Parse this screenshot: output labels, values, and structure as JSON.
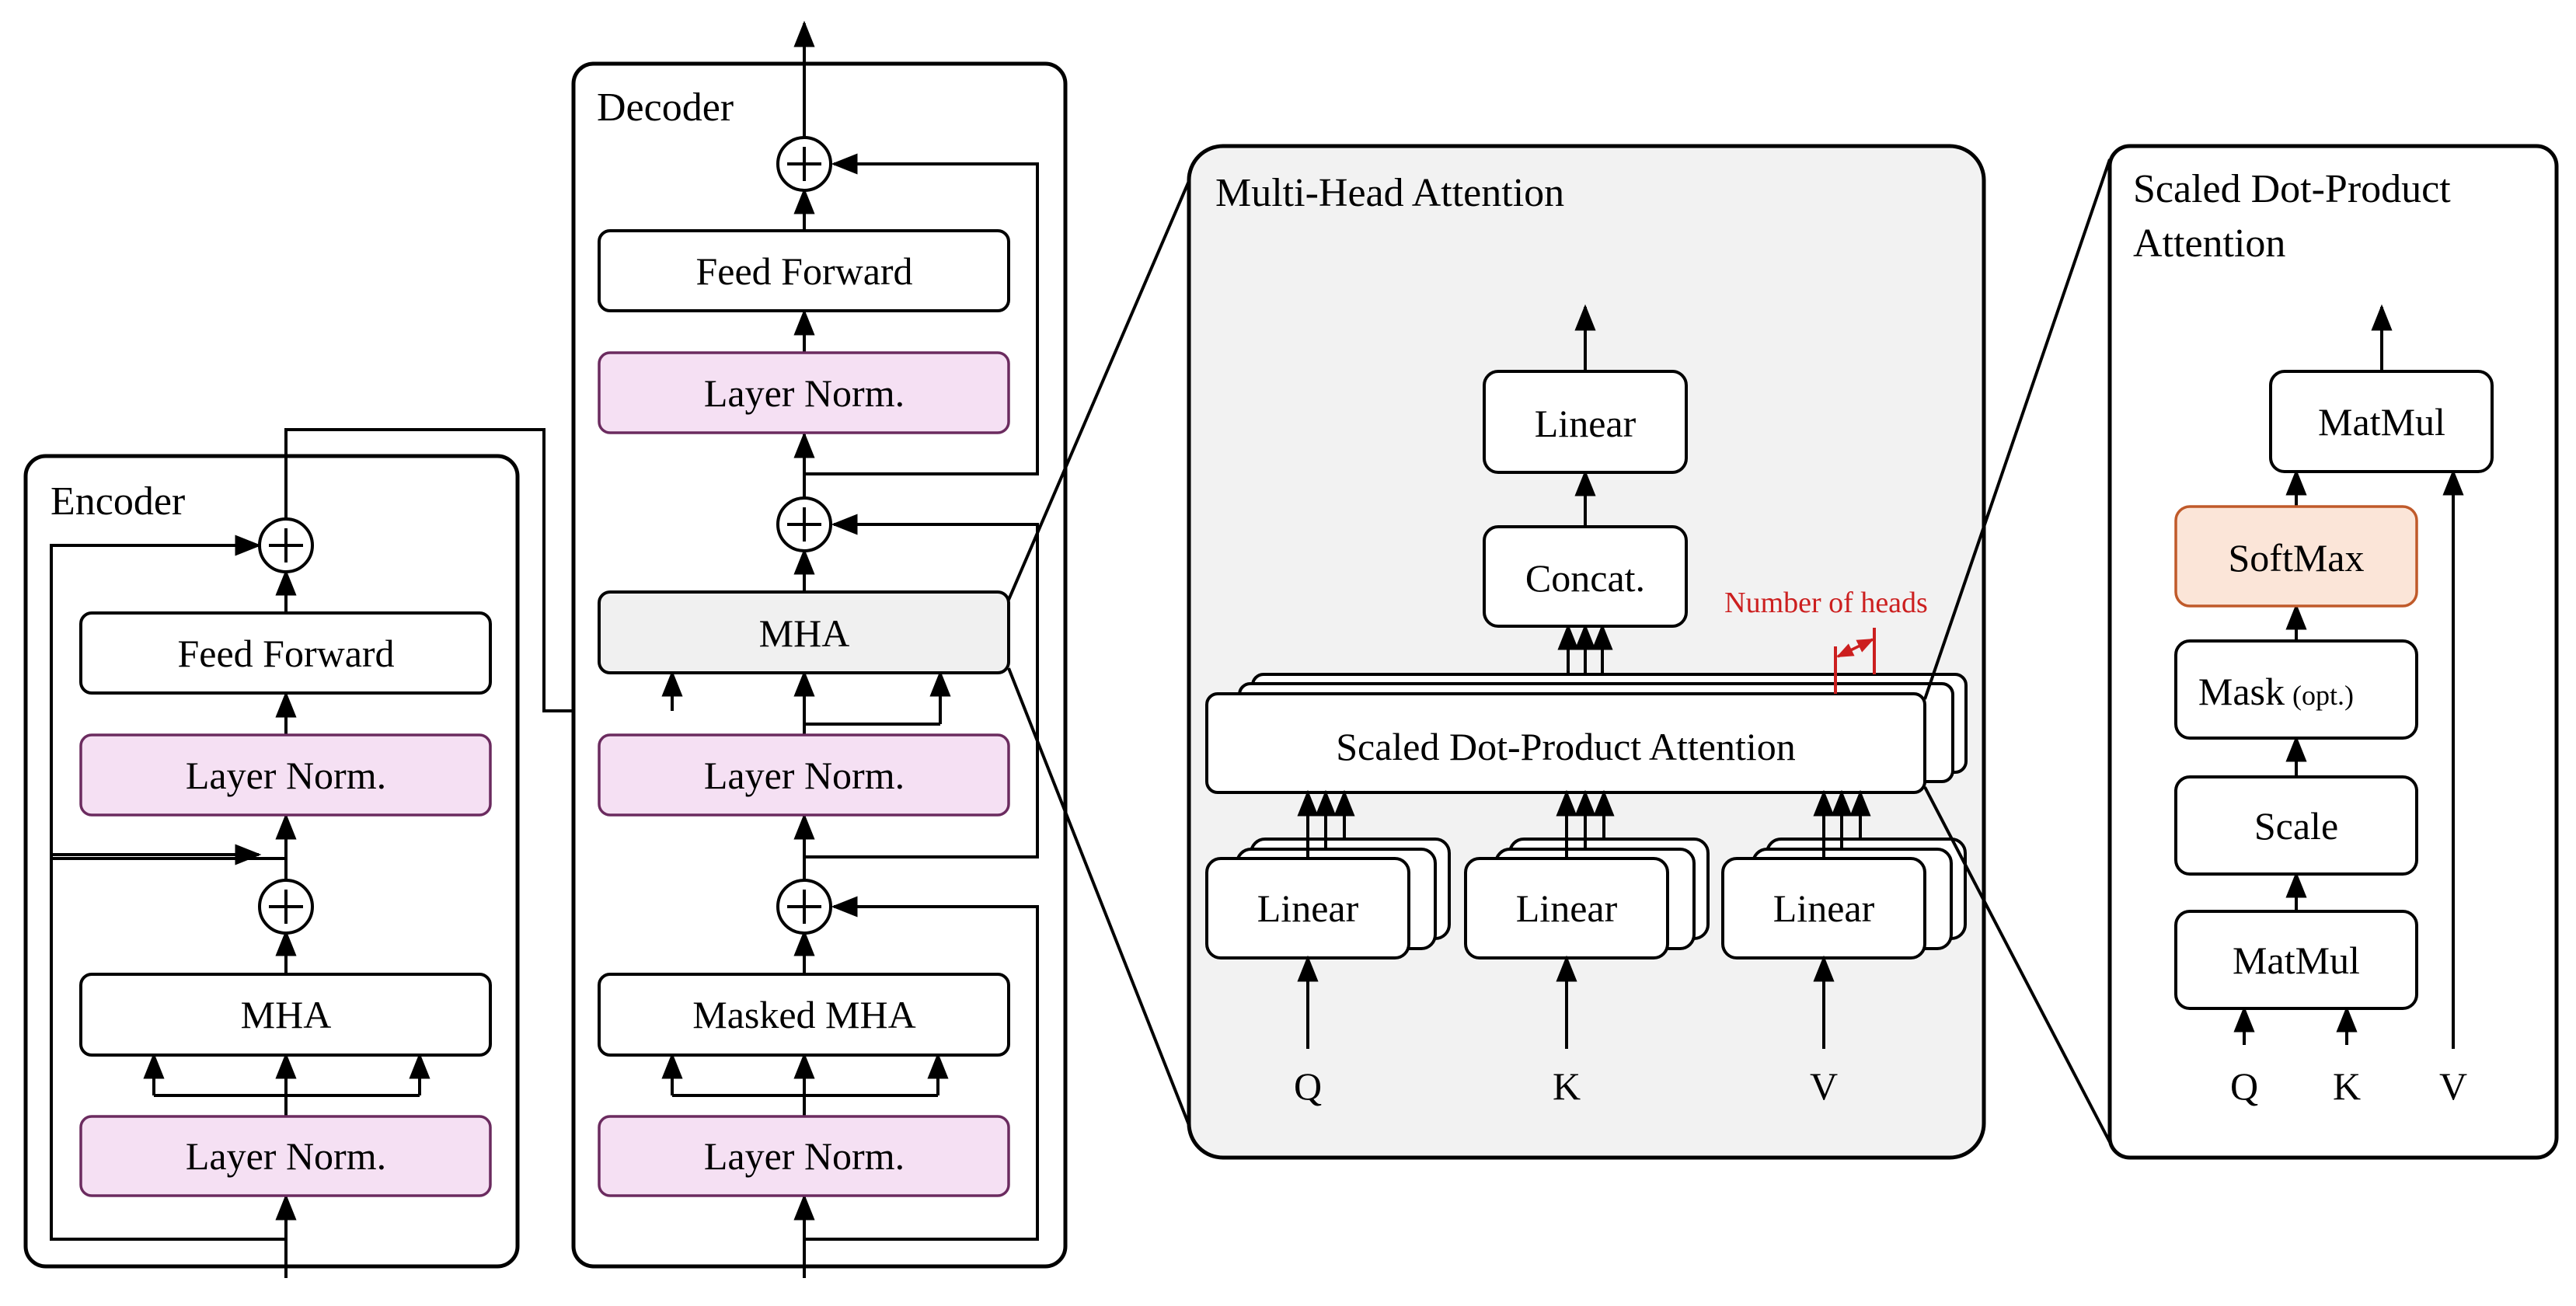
{
  "encoder": {
    "title": "Encoder",
    "feed_forward": "Feed Forward",
    "layer_norm_top": "Layer Norm.",
    "mha": "MHA",
    "layer_norm_bottom": "Layer Norm."
  },
  "decoder": {
    "title": "Decoder",
    "feed_forward": "Feed Forward",
    "layer_norm_ff": "Layer Norm.",
    "mha": "MHA",
    "layer_norm_mha": "Layer Norm.",
    "masked_mha": "Masked MHA",
    "layer_norm_bottom": "Layer Norm."
  },
  "mha_panel": {
    "title": "Multi-Head Attention",
    "linear_out": "Linear",
    "concat": "Concat.",
    "sdpa": "Scaled Dot-Product Attention",
    "linear_q": "Linear",
    "linear_k": "Linear",
    "linear_v": "Linear",
    "q": "Q",
    "k": "K",
    "v": "V",
    "heads_annotation": "Number of heads",
    "annotation_color": "#cc1f1f"
  },
  "sdpa_panel": {
    "title_line1": "Scaled Dot-Product",
    "title_line2": "Attention",
    "matmul_top": "MatMul",
    "softmax": "SoftMax",
    "mask": "Mask",
    "mask_opt": "(opt.)",
    "scale": "Scale",
    "matmul_bottom": "MatMul",
    "q": "Q",
    "k": "K",
    "v": "V"
  },
  "colors": {
    "layer_norm_fill": "#f5e0f3",
    "layer_norm_border": "#6b2b5f",
    "softmax_fill": "#fbe5d8",
    "softmax_border": "#c05a2a",
    "panel_grey": "#f2f2f2"
  },
  "icons": {
    "add": "circled-plus-icon"
  }
}
